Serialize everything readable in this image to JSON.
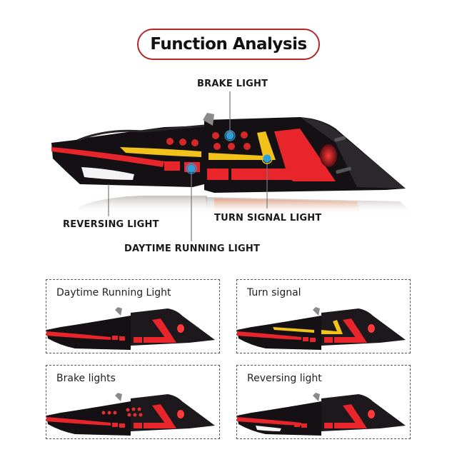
{
  "header": {
    "title": "Function Analysis",
    "border_color": "#b3262a"
  },
  "diagram": {
    "callouts": [
      {
        "id": "brake",
        "label": "BRAKE LIGHT"
      },
      {
        "id": "reversing",
        "label": "REVERSING LIGHT"
      },
      {
        "id": "turn",
        "label": "TURN SIGNAL LIGHT"
      },
      {
        "id": "drl",
        "label": "DAYTIME RUNNING LIGHT"
      }
    ],
    "marker_color": "#2a9fd8",
    "colors": {
      "housing": "#141014",
      "red_strip": "#e8252a",
      "amber": "#f2c21a",
      "white": "#f4f4f4"
    }
  },
  "panels": [
    {
      "id": "drl",
      "label": "Daytime Running Light"
    },
    {
      "id": "turn",
      "label": "Turn signal"
    },
    {
      "id": "brake",
      "label": "Brake lights"
    },
    {
      "id": "reversing",
      "label": "Reversing light"
    }
  ]
}
